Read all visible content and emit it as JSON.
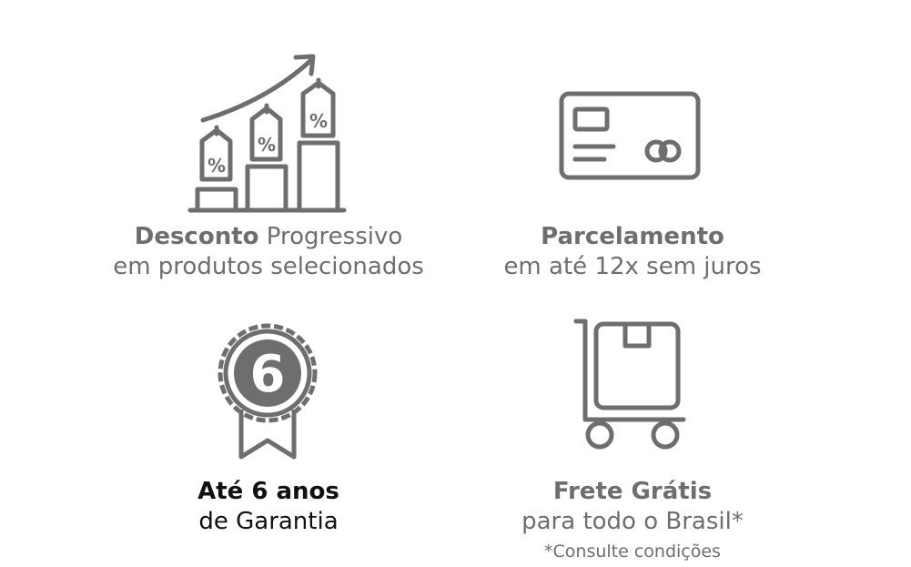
{
  "features": [
    {
      "icon": "discount-tags-chart-icon",
      "title_bold": "Desconto",
      "title_rest": " Progressivo",
      "subtitle": "em produtos selecionados"
    },
    {
      "icon": "credit-card-icon",
      "title_bold": "Parcelamento",
      "subtitle": "em até 12x sem juros"
    },
    {
      "icon": "warranty-badge-icon",
      "badge_number": "6",
      "title_bold": "Até 6 anos",
      "subtitle": "de Garantia"
    },
    {
      "icon": "delivery-cart-icon",
      "title_bold": "Frete Grátis",
      "subtitle": "para todo o Brasil*",
      "note": "*Consulte condições"
    }
  ],
  "colors": {
    "icon_gray": "#6e6e6e",
    "text_gray": "#6e6e6e",
    "text_dark": "#111111",
    "background": "#ffffff"
  }
}
